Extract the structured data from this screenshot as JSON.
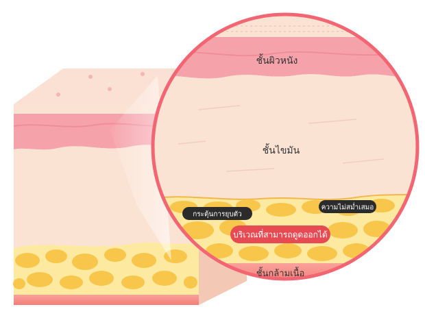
{
  "layers": {
    "epidermis": "ชั้นผิวหนัง",
    "fat": "ชั้นไขมัน",
    "muscle": "ชั้นกล้ามเนื้อ"
  },
  "callouts": {
    "stimulate": "กระตุ้นการยุบตัว",
    "uneven": "ความไม่สม่ำเสมอ",
    "suction_area": "บริเวณที่สามารถดูดออกได้"
  },
  "colors": {
    "background": "#ffffff",
    "epidermis": "#f6a2ab",
    "dermis": "#fbe3d4",
    "fat_tissue": "#fde9a0",
    "fat_lobule": "#f7c64a",
    "muscle": "#f48a84",
    "lens_ring": "#f26572",
    "tag_dark": "#2b2b2b",
    "tag_red": "#e84a53"
  }
}
